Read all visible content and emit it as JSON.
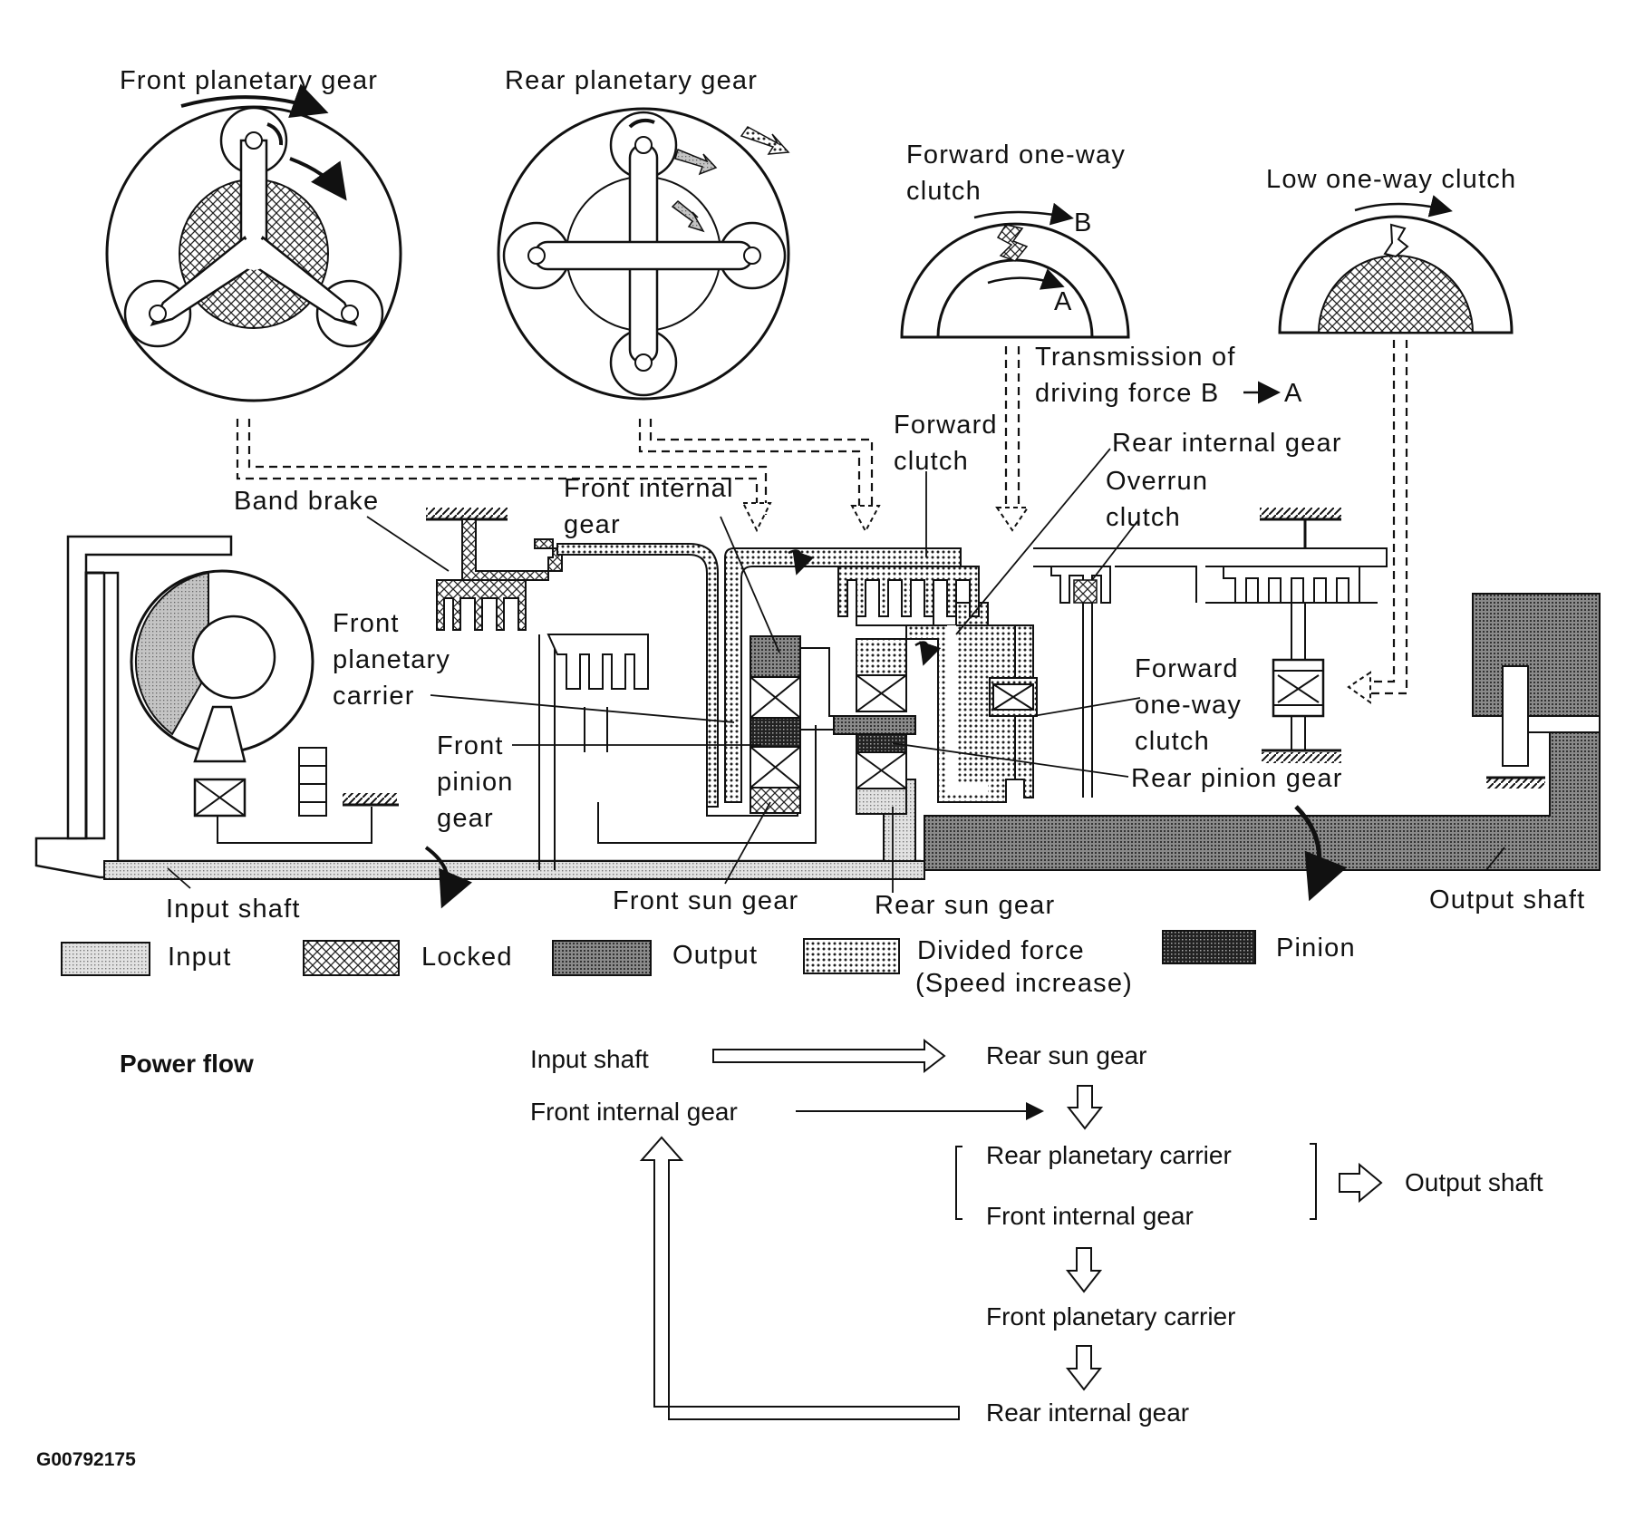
{
  "figure_id": "G00792175",
  "labels": {
    "front_planetary_gear": "Front planetary gear",
    "rear_planetary_gear": "Rear planetary gear",
    "forward_one_way_clutch_top_1": "Forward one-way",
    "forward_one_way_clutch_top_2": "clutch",
    "low_one_way_clutch": "Low one-way clutch",
    "point_b": "B",
    "point_a": "A",
    "transmission_1": "Transmission of",
    "transmission_2": "driving force B",
    "transmission_2_end": "A",
    "forward_clutch_1": "Forward",
    "forward_clutch_2": "clutch",
    "rear_internal_gear": "Rear internal gear",
    "overrun_clutch_1": "Overrun",
    "overrun_clutch_2": "clutch",
    "band_brake": "Band brake",
    "front_internal_gear_1": "Front internal",
    "front_internal_gear_2": "gear",
    "front_planetary_carrier_1": "Front",
    "front_planetary_carrier_2": "planetary",
    "front_planetary_carrier_3": "carrier",
    "front_pinion_gear_1": "Front",
    "front_pinion_gear_2": "pinion",
    "front_pinion_gear_3": "gear",
    "forward_one_way_clutch_1": "Forward",
    "forward_one_way_clutch_2": "one-way",
    "forward_one_way_clutch_3": "clutch",
    "rear_pinion_gear": "Rear pinion gear",
    "input_shaft": "Input shaft",
    "front_sun_gear": "Front sun gear",
    "rear_sun_gear": "Rear sun gear",
    "output_shaft": "Output shaft"
  },
  "legend": [
    {
      "key": "input",
      "label": "Input"
    },
    {
      "key": "locked",
      "label": "Locked"
    },
    {
      "key": "output",
      "label": "Output"
    },
    {
      "key": "divided",
      "label": "Divided force",
      "sub": "(Speed increase)"
    },
    {
      "key": "pinion",
      "label": "Pinion"
    }
  ],
  "power_flow": {
    "title": "Power flow",
    "input_shaft": "Input shaft",
    "rear_sun_gear": "Rear sun gear",
    "front_internal_gear": "Front internal gear",
    "rear_planetary_carrier": "Rear planetary carrier",
    "front_internal_gear_2": "Front internal gear",
    "output_shaft": "Output shaft",
    "front_planetary_carrier": "Front planetary carrier",
    "rear_internal_gear": "Rear internal gear"
  }
}
